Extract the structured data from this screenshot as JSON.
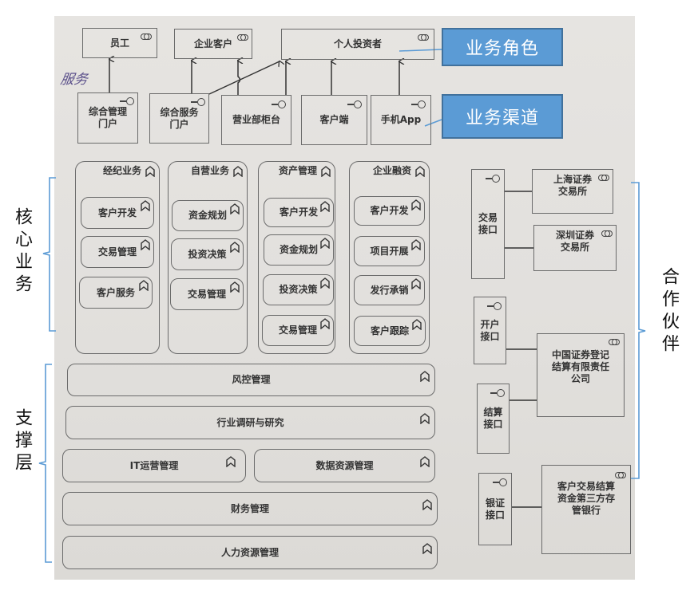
{
  "business_roles": [
    {
      "label": "员工"
    },
    {
      "label": "企业客户"
    },
    {
      "label": "个人投资者"
    }
  ],
  "business_channels": [
    {
      "label_line1": "综合管理",
      "label_line2": "门户"
    },
    {
      "label_line1": "综合服务",
      "label_line2": "门户"
    },
    {
      "label_line1": "营业部柜台",
      "label_line2": ""
    },
    {
      "label_line1": "客户端",
      "label_line2": ""
    },
    {
      "label_line1": "手机App",
      "label_line2": ""
    }
  ],
  "handwritten_note": "服务",
  "callouts": {
    "roles": "业务角色",
    "channels": "业务渠道"
  },
  "side_labels": {
    "core": "核心业务",
    "support": "支撑层",
    "partners": "合作伙伴"
  },
  "core_business": [
    {
      "title": "经纪业务",
      "items": [
        "客户开发",
        "交易管理",
        "客户服务"
      ]
    },
    {
      "title": "自营业务",
      "items": [
        "资金规划",
        "投资决策",
        "交易管理"
      ]
    },
    {
      "title": "资产管理",
      "items": [
        "客户开发",
        "资金规划",
        "投资决策",
        "交易管理"
      ]
    },
    {
      "title": "企业融资",
      "items": [
        "客户开发",
        "项目开展",
        "发行承销",
        "客户跟踪"
      ]
    }
  ],
  "support_layer": [
    {
      "label": "风控管理"
    },
    {
      "label": "行业调研与研究"
    },
    {
      "label": "IT运营管理"
    },
    {
      "label": "数据资源管理"
    },
    {
      "label": "财务管理"
    },
    {
      "label": "人力资源管理"
    }
  ],
  "interfaces": [
    {
      "line1": "交易",
      "line2": "接口"
    },
    {
      "line1": "开户",
      "line2": "接口"
    },
    {
      "line1": "结算",
      "line2": "接口"
    },
    {
      "line1": "银证",
      "line2": "接口"
    }
  ],
  "partners": [
    {
      "line1": "上海证券",
      "line2": "交易所",
      "line3": ""
    },
    {
      "line1": "深圳证券",
      "line2": "交易所",
      "line3": ""
    },
    {
      "line1": "中国证券登记",
      "line2": "结算有限责任",
      "line3": "公司"
    },
    {
      "line1": "客户交易结算",
      "line2": "资金第三方存",
      "line3": "管银行"
    }
  ],
  "colors": {
    "callout_fill": "#5b9bd5",
    "callout_border": "#41719c",
    "bracket": "#5b9bd5",
    "paper": "#e4e2df",
    "line": "#3a3a3a"
  }
}
